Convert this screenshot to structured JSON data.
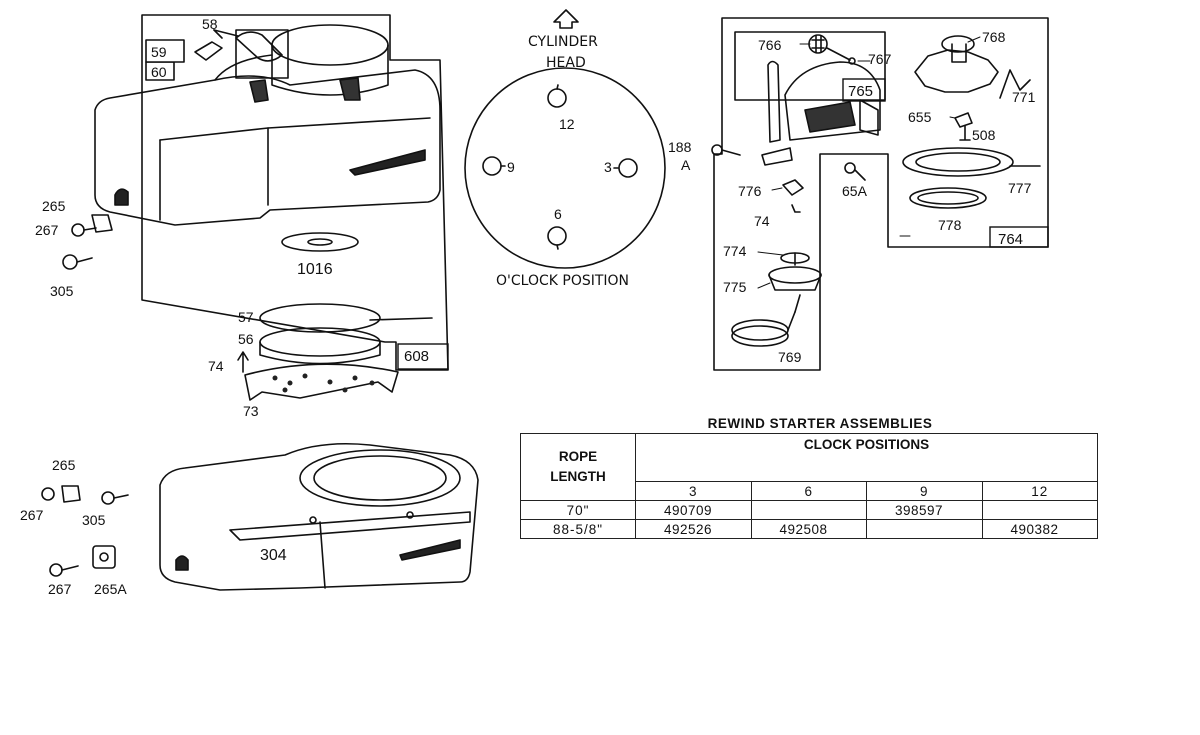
{
  "labels": {
    "p58": "58",
    "p59": "59",
    "p60": "60",
    "p265": "265",
    "p267": "267",
    "p305": "305",
    "p1016": "1016",
    "p57": "57",
    "p56": "56",
    "p74": "74",
    "p73": "73",
    "p608": "608",
    "p265b": "265",
    "p267b": "267",
    "p305b": "305",
    "p304": "304",
    "p267c": "267",
    "p265a": "265A",
    "cyl1": "CYLINDER",
    "cyl2": "HEAD",
    "c12": "12",
    "c3": "3",
    "c6": "6",
    "c9": "9",
    "oclock": "O'CLOCK POSITION",
    "p766": "766",
    "p767": "767",
    "p768": "768",
    "p765": "765",
    "p771": "771",
    "p655": "655",
    "p508": "508",
    "p188": "188",
    "p188a": "A",
    "p776": "776",
    "p74b": "74",
    "p65a": "65A",
    "p777": "777",
    "p778": "778",
    "p764": "764",
    "p774": "774",
    "p775": "775",
    "p769": "769"
  },
  "table": {
    "title": "REWIND STARTER ASSEMBLIES",
    "rope_header_1": "ROPE",
    "rope_header_2": "LENGTH",
    "clock_header": "CLOCK POSITIONS",
    "positions": [
      "3",
      "6",
      "9",
      "12"
    ],
    "rows": [
      {
        "length": "70\"",
        "values": [
          "490709",
          "",
          "398597",
          ""
        ]
      },
      {
        "length": "88-5/8\"",
        "values": [
          "492526",
          "492508",
          "",
          "490382"
        ]
      }
    ]
  }
}
